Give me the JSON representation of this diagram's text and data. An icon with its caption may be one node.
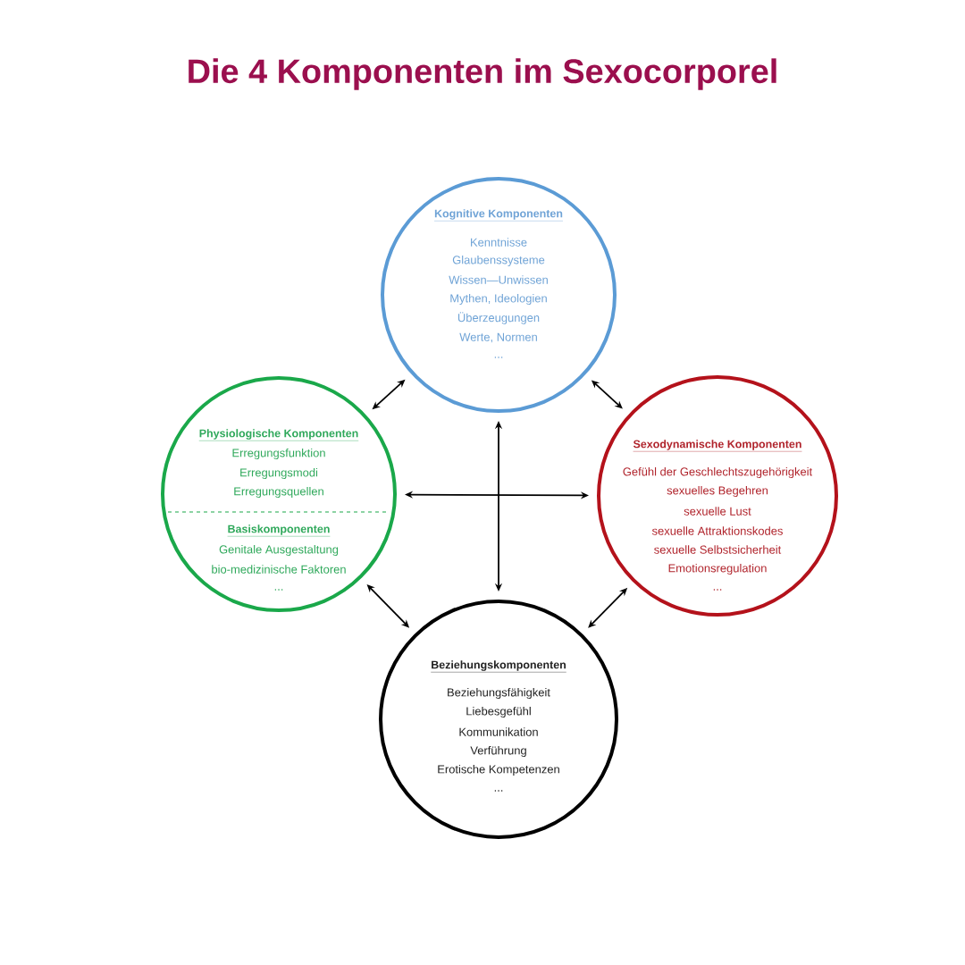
{
  "diagram": {
    "title": "Die 4 Komponenten im Sexocorporel",
    "nodes": [
      {
        "text": [
          "Kognitive Komponenten",
          "Kenntnisse",
          "Glaubenssysteme",
          "Wissen—Unwissen",
          "Mythen, Ideologien",
          "Überzeugungen",
          "Werte, Normen",
          "..."
        ]
      },
      {
        "text": [
          "Physiologische Komponenten",
          "Erregungsfunktion",
          "Erregungsmodi",
          "Erregungsquellen",
          "Basiskomponenten",
          "Genitale Ausgestaltung",
          "bio-medizinische Faktoren",
          "..."
        ]
      },
      {
        "text": [
          "Sexodynamische Komponenten",
          "Gefühl der Geschlechtszugehörigkeit",
          "sexuelles Begehren",
          "sexuelle Lust",
          "sexuelle Attraktionskodes",
          "sexuelle Selbstsicherheit",
          "Emotionsregulation",
          "..."
        ]
      },
      {
        "text": [
          "Beziehungskomponenten",
          "Beziehungsfähigkeit",
          "Liebesgefühl",
          "Kommunikation",
          "Verführung",
          "Erotische Kompetenzen",
          "..."
        ]
      }
    ],
    "edges": [
      {
        "from": 0,
        "to": 1,
        "arrow": "both"
      },
      {
        "from": 0,
        "to": 2,
        "arrow": "both"
      },
      {
        "from": 1,
        "to": 2,
        "arrow": "both"
      },
      {
        "from": 0,
        "to": 3,
        "arrow": "both"
      },
      {
        "from": 1,
        "to": 3,
        "arrow": "both"
      },
      {
        "from": 2,
        "to": 3,
        "arrow": "both"
      }
    ]
  }
}
